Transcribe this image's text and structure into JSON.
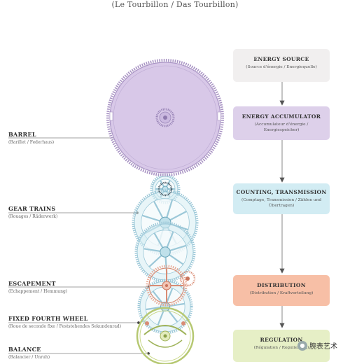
{
  "title": "(Le Tourbillon / Das Tourbillon)",
  "labels": [
    {
      "heading": "BARREL",
      "sub": "(Barillet / Federhaus)"
    },
    {
      "heading": "GEAR TRAINS",
      "sub": "(Rouages / Räderwerk)"
    },
    {
      "heading": "ESCAPEMENT",
      "sub": "(Echappement / Hemmung)"
    },
    {
      "heading": "FIXED FOURTH WHEEL",
      "sub": "(Roue de seconde fixe / Feststehendes Sekundenrad)"
    },
    {
      "heading": "BALANCE",
      "sub": "(Balancier / Unruh)"
    }
  ],
  "flow": [
    {
      "heading": "ENERGY SOURCE",
      "sub": "(Source d'énergie / Energiequelle)",
      "color": "#f1efef"
    },
    {
      "heading": "ENERGY ACCUMULATOR",
      "sub": "(Accumulateur d'énergie / Energiespeicher)",
      "color": "#ddd0ea"
    },
    {
      "heading": "COUNTING, TRANSMISSION",
      "sub": "(Comptage, Transmission / Zählen und Übertragen)",
      "color": "#d2ecf3"
    },
    {
      "heading": "DISTRIBUTION",
      "sub": "(Distribution / Kraftverteilung)",
      "color": "#f7bfa6"
    },
    {
      "heading": "REGULATION",
      "sub": "(Régulation / Regulierung)",
      "color": "#e6efc6"
    }
  ],
  "colors": {
    "barrel": "#d8c8e8",
    "barrel_stroke": "#a994c4",
    "gear": "#d6ecf3",
    "gear_stroke": "#9cc8d8",
    "escapement": "#e8a58f",
    "balance": "#c9d88a",
    "leader": "#444444",
    "arrow": "#555555"
  },
  "watermark": {
    "text": "腕表艺术",
    "icon": "wechat-icon"
  }
}
